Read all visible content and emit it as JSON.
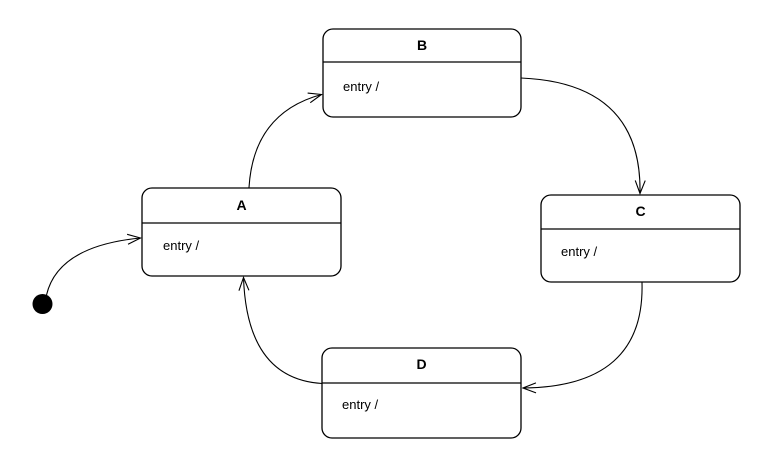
{
  "diagram": {
    "type": "uml-state-machine",
    "background_color": "#ffffff",
    "line_color": "#000000",
    "initial_state": {
      "marker": "filled-circle"
    },
    "states": [
      {
        "name": "A",
        "entry_label": "entry /"
      },
      {
        "name": "B",
        "entry_label": "entry /"
      },
      {
        "name": "C",
        "entry_label": "entry /"
      },
      {
        "name": "D",
        "entry_label": "entry /"
      }
    ],
    "transitions": [
      {
        "from": "initial",
        "to": "A"
      },
      {
        "from": "A",
        "to": "B"
      },
      {
        "from": "B",
        "to": "C"
      },
      {
        "from": "C",
        "to": "D"
      },
      {
        "from": "D",
        "to": "A"
      }
    ]
  }
}
